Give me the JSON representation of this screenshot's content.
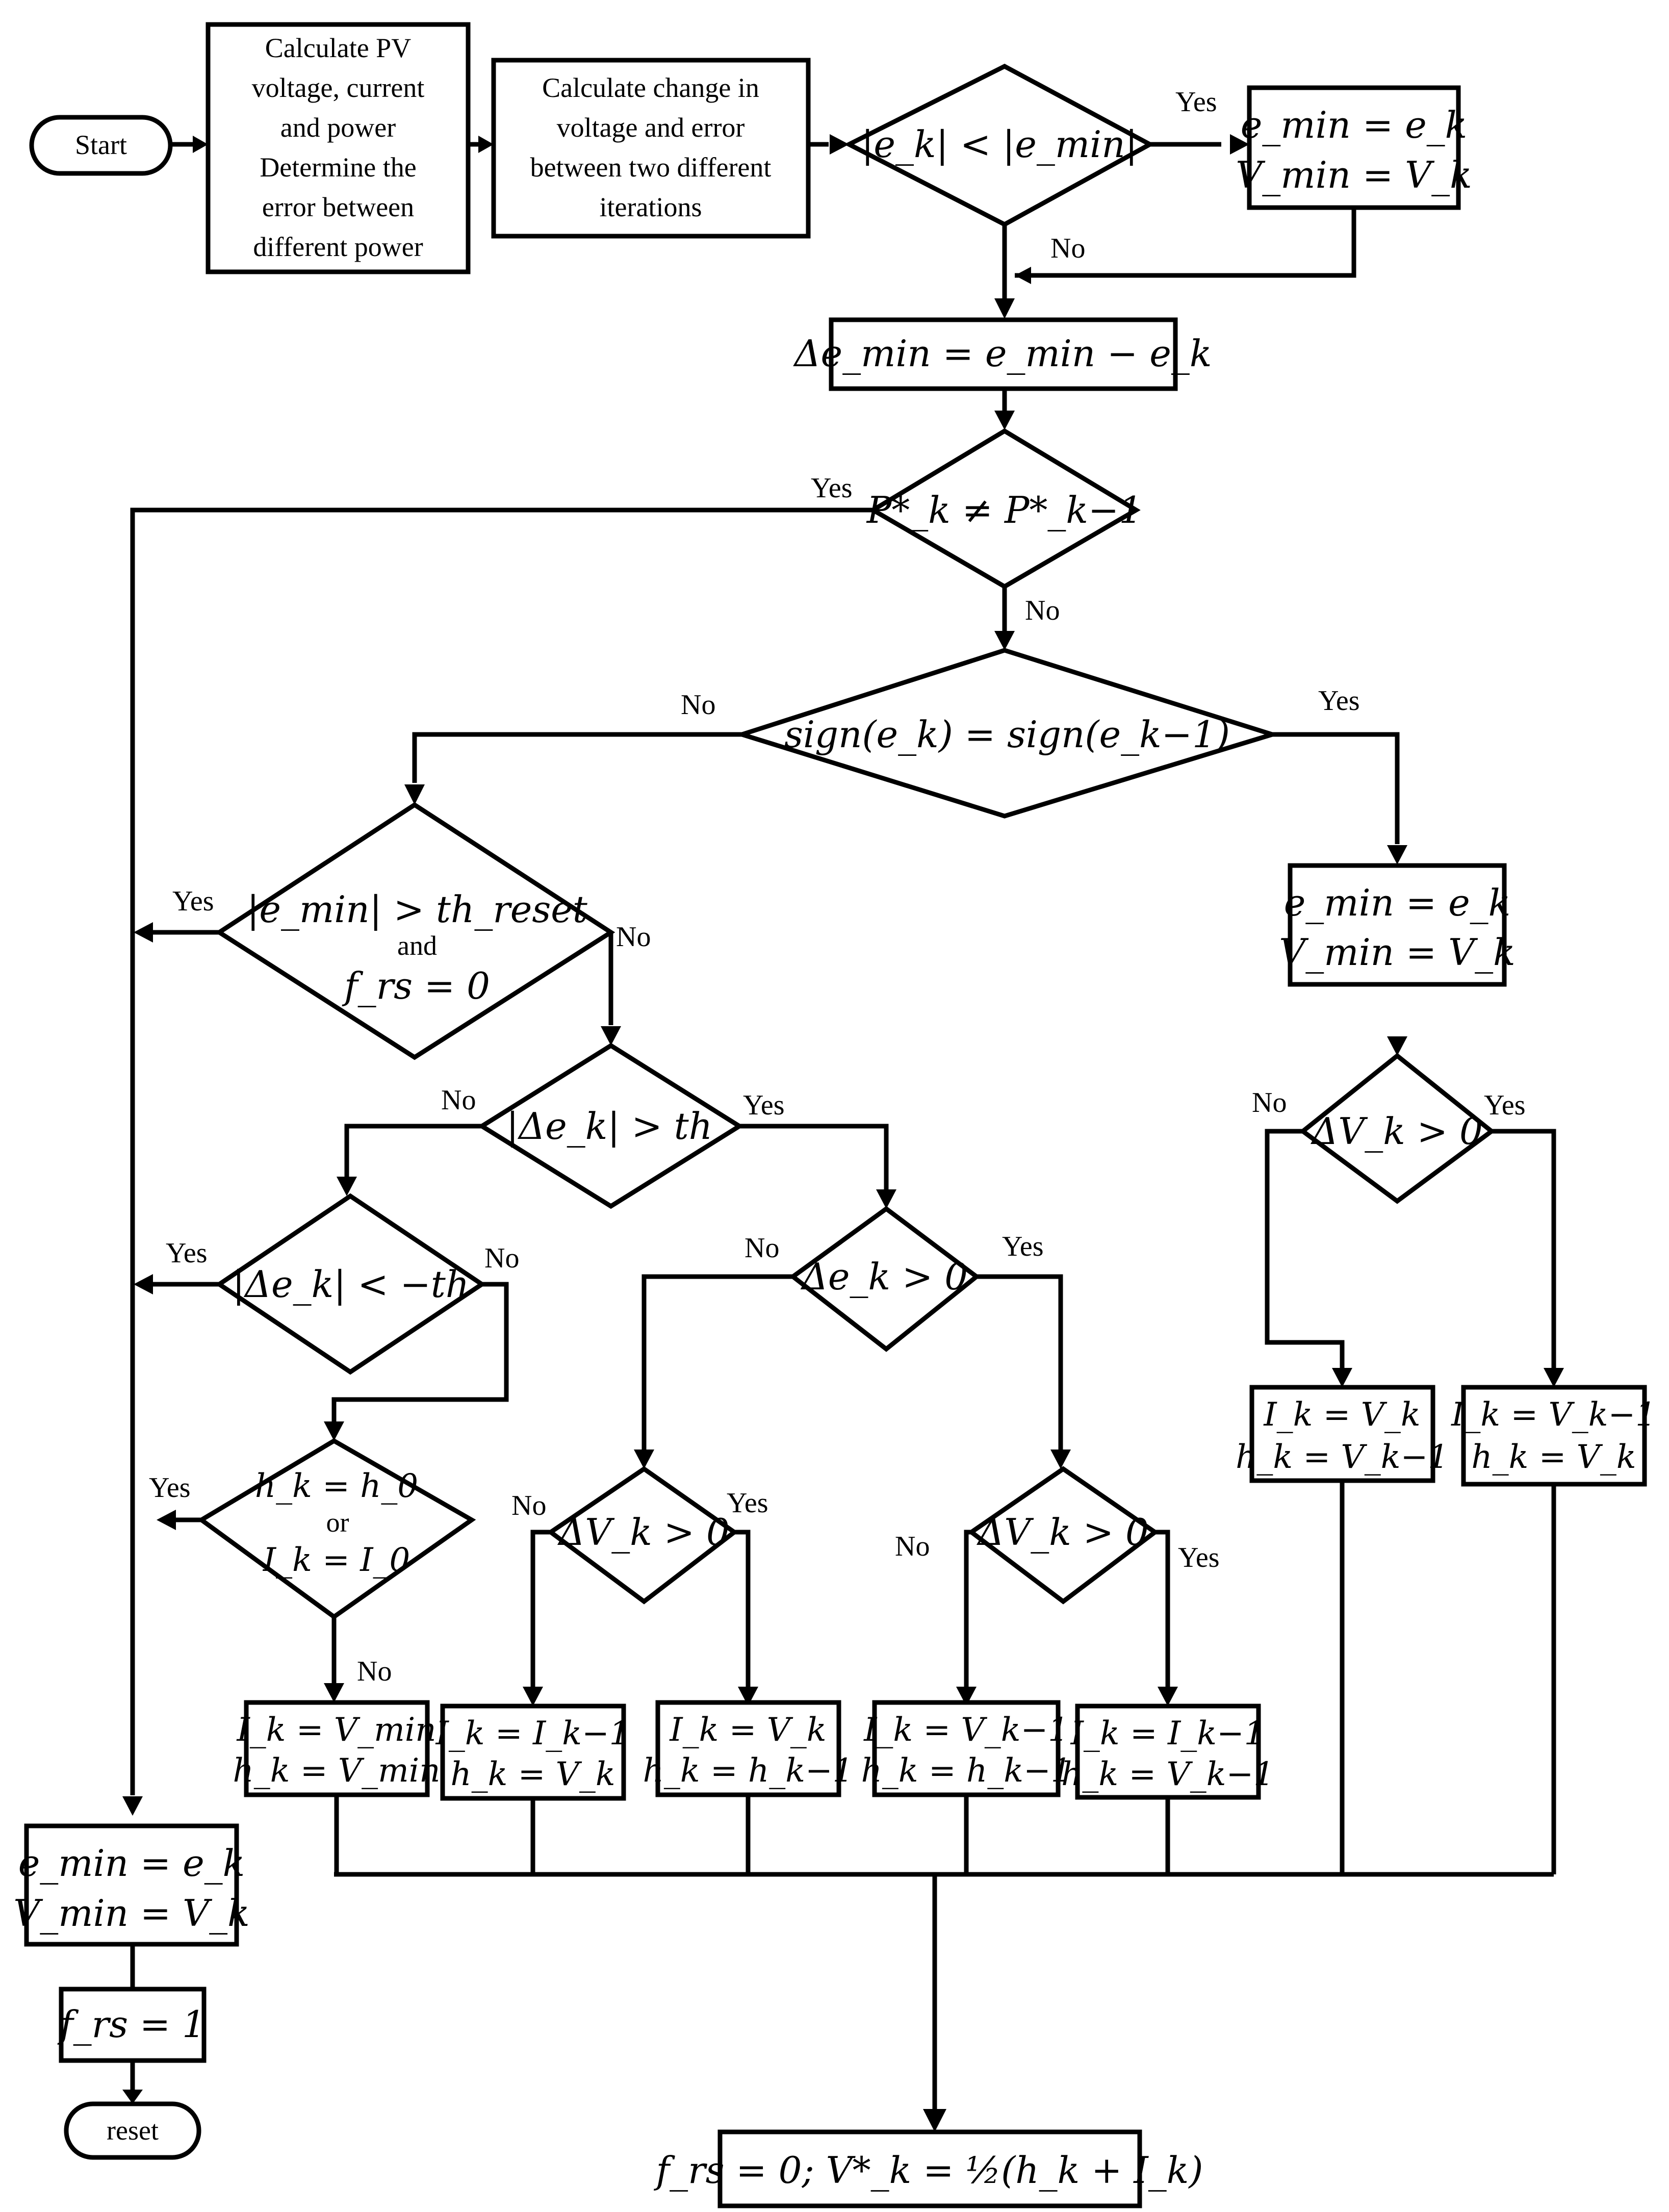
{
  "terminals": {
    "start": "Start",
    "reset": "reset"
  },
  "process": {
    "calc_pv": [
      "Calculate PV",
      "voltage, current",
      "and power",
      "Determine the",
      "error between",
      "different power"
    ],
    "calc_change": [
      "Calculate change in",
      "voltage  and error",
      "between two different",
      "iterations"
    ],
    "set_min_top": [
      "e_min = e_k",
      "V_min = V_k"
    ],
    "delta_emin": "Δe_min = e_min − e_k",
    "set_min_right": [
      "e_min = e_k",
      "V_min = V_k"
    ],
    "ik_vk_hk_vk1": [
      "I_k = V_k",
      "h_k = V_k−1"
    ],
    "ik_vk1_hk_vk": [
      "I_k = V_k−1",
      "h_k = V_k"
    ],
    "ik_vmin": [
      "I_k = V_min",
      "h_k = V_min"
    ],
    "ik_ik1_hk_vk": [
      "I_k = I_k−1",
      "h_k = V_k"
    ],
    "ik_vk_hk_hk1": [
      "I_k = V_k",
      "h_k = h_k−1"
    ],
    "ik_vk1_hk_hk1": [
      "I_k = V_k−1",
      "h_k = h_k−1"
    ],
    "ik_ik1_hk_vk1": [
      "I_k = I_k−1",
      "h_k = V_k−1"
    ],
    "set_min_left": [
      "e_min = e_k",
      "V_min = V_k"
    ],
    "frs_one": "f_rs = 1",
    "final": "f_rs = 0; V*_k = ½(h_k + I_k)"
  },
  "decisions": {
    "abs_ek_lt_emin": "|e_k| < |e_min|",
    "pk_neq_pk1": "P*_k ≠ P*_k−1",
    "sign_eq": "sign(e_k) = sign(e_k−1)",
    "emin_gt_threset": [
      "|e_min| > th_reset",
      "and",
      "f_rs = 0"
    ],
    "abs_dek_gt_th": "|Δe_k| > th",
    "abs_dek_lt_mth": "|Δe_k| < −th",
    "hk_h0_or": [
      "h_k = h_0",
      "or",
      "I_k = I_0"
    ],
    "dek_gt_0": "Δe_k > 0",
    "dvk_gt_0_a": "ΔV_k > 0",
    "dvk_gt_0_b": "ΔV_k > 0",
    "dvk_gt_0_right": "ΔV_k > 0"
  },
  "labels": {
    "yes": "Yes",
    "no": "No"
  }
}
